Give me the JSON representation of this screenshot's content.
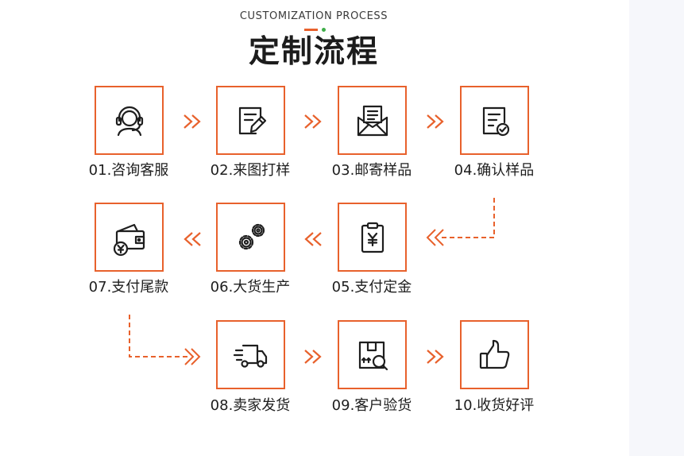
{
  "header": {
    "subtitle": "CUSTOMIZATION PROCESS",
    "title": "定制流程"
  },
  "colors": {
    "accent": "#e8612c",
    "dot": "#3fae49",
    "icon": "#1e1e1e"
  },
  "steps": [
    {
      "label": "01.咨询客服",
      "icon": "customer-service-headset-icon"
    },
    {
      "label": "02.来图打样",
      "icon": "document-edit-icon"
    },
    {
      "label": "03.邮寄样品",
      "icon": "mail-envelope-icon"
    },
    {
      "label": "04.确认样品",
      "icon": "document-check-icon"
    },
    {
      "label": "05.支付定金",
      "icon": "clipboard-yen-icon"
    },
    {
      "label": "06.大货生产",
      "icon": "gears-icon"
    },
    {
      "label": "07.支付尾款",
      "icon": "wallet-yen-icon"
    },
    {
      "label": "08.卖家发货",
      "icon": "delivery-truck-icon"
    },
    {
      "label": "09.客户验货",
      "icon": "box-inspect-icon"
    },
    {
      "label": "10.收货好评",
      "icon": "thumbs-up-icon"
    }
  ]
}
